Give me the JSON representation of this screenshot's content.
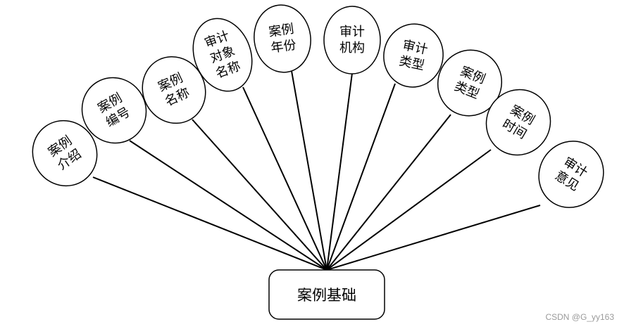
{
  "entity": {
    "label": "案例基础"
  },
  "attributes": [
    {
      "lines": [
        "案例",
        "介绍"
      ]
    },
    {
      "lines": [
        "案例",
        "编号"
      ]
    },
    {
      "lines": [
        "案例",
        "名称"
      ]
    },
    {
      "lines": [
        "审计",
        "对象",
        "名称"
      ]
    },
    {
      "lines": [
        "案例",
        "年份"
      ]
    },
    {
      "lines": [
        "审计",
        "机构"
      ]
    },
    {
      "lines": [
        "审计",
        "类型"
      ]
    },
    {
      "lines": [
        "案例",
        "类型"
      ]
    },
    {
      "lines": [
        "案例",
        "时间"
      ]
    },
    {
      "lines": [
        "审计",
        "意见"
      ]
    }
  ],
  "watermark": "CSDN @G_yy163"
}
